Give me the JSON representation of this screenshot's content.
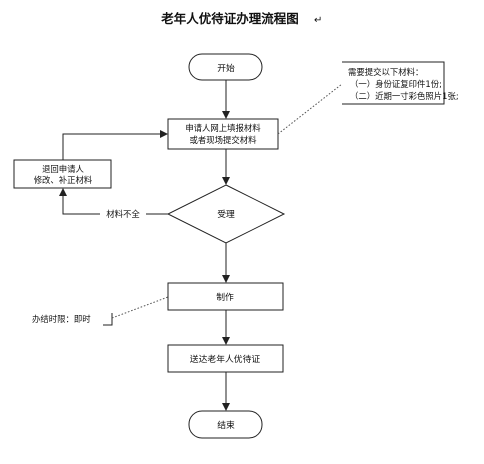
{
  "title": "老年人优待证办理流程图",
  "title_mark": "↵",
  "nodes": {
    "start": "开始",
    "apply_line1": "申请人网上填报材料",
    "apply_line2": "或者现场提交材料",
    "return_line1": "退回申请人",
    "return_line2": "修改、补正材料",
    "review": "受理",
    "make": "制作",
    "deliver": "送达老年人优待证",
    "end": "结束"
  },
  "edges": {
    "incomplete": "材料不全"
  },
  "notes": {
    "materials_line1": "需要提交以下材料：",
    "materials_line2": "（一）身份证复印件1份;",
    "materials_line3": "（二）近期一寸彩色照片1张;",
    "time": "办结时限：即时"
  }
}
